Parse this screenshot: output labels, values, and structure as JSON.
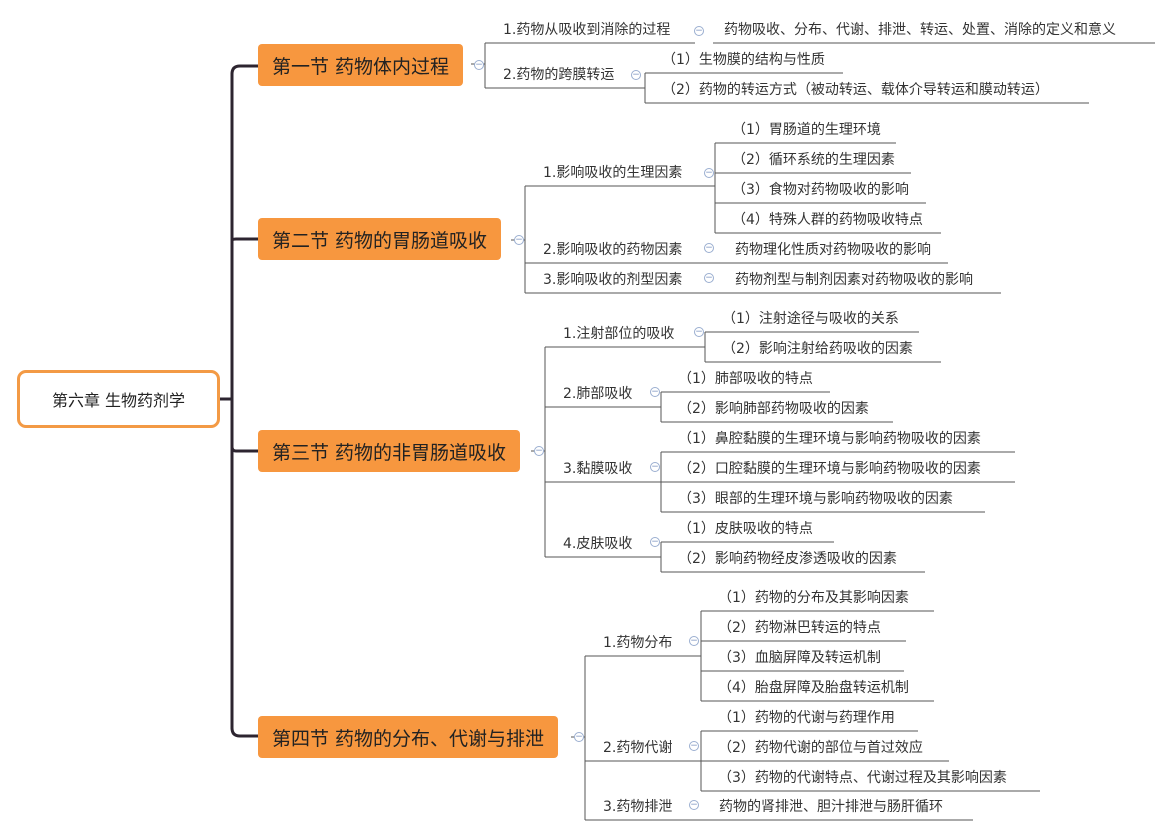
{
  "root": {
    "label": "第六章 生物药剂学"
  },
  "sections": [
    {
      "label": "第一节 药物体内过程"
    },
    {
      "label": "第二节 药物的胃肠道吸收"
    },
    {
      "label": "第三节 药物的非胃肠道吸收"
    },
    {
      "label": "第四节 药物的分布、代谢与排泄"
    }
  ],
  "nodes": {
    "s1": {
      "c1": "1.药物从吸收到消除的过程",
      "c1a": "药物吸收、分布、代谢、排泄、转运、处置、消除的定义和意义",
      "c2": "2.药物的跨膜转运",
      "c2a": "（1）生物膜的结构与性质",
      "c2b": "（2）药物的转运方式（被动转运、载体介导转运和膜动转运）"
    },
    "s2": {
      "c1": "1.影响吸收的生理因素",
      "c1a": "（1）胃肠道的生理环境",
      "c1b": "（2）循环系统的生理因素",
      "c1c": "（3）食物对药物吸收的影响",
      "c1d": "（4）特殊人群的药物吸收特点",
      "c2": "2.影响吸收的药物因素",
      "c2a": "药物理化性质对药物吸收的影响",
      "c3": "3.影响吸收的剂型因素",
      "c3a": "药物剂型与制剂因素对药物吸收的影响"
    },
    "s3": {
      "c1": "1.注射部位的吸收",
      "c1a": "（1）注射途径与吸收的关系",
      "c1b": "（2）影响注射给药吸收的因素",
      "c2": "2.肺部吸收",
      "c2a": "（1）肺部吸收的特点",
      "c2b": "（2）影响肺部药物吸收的因素",
      "c3": "3.黏膜吸收",
      "c3a": "（1）鼻腔黏膜的生理环境与影响药物吸收的因素",
      "c3b": "（2）口腔黏膜的生理环境与影响药物吸收的因素",
      "c3c": "（3）眼部的生理环境与影响药物吸收的因素",
      "c4": "4.皮肤吸收",
      "c4a": "（1）皮肤吸收的特点",
      "c4b": "（2）影响药物经皮渗透吸收的因素"
    },
    "s4": {
      "c1": "1.药物分布",
      "c1a": "（1）药物的分布及其影响因素",
      "c1b": "（2）药物淋巴转运的特点",
      "c1c": "（3）血脑屏障及转运机制",
      "c1d": "（4）胎盘屏障及胎盘转运机制",
      "c2": "2.药物代谢",
      "c2a": "（1）药物的代谢与药理作用",
      "c2b": "（2）药物代谢的部位与首过效应",
      "c2c": "（3）药物的代谢特点、代谢过程及其影响因素",
      "c3": "3.药物排泄",
      "c3a": "药物的肾排泄、胆汁排泄与肠肝循环"
    }
  },
  "colors": {
    "section_fill": "#f7973f",
    "root_border": "#f39a45",
    "trunk": "#2d2530",
    "branch": "#555555",
    "collapse": "#7b93bf"
  },
  "icons": {
    "collapse": "collapse-minus-icon"
  },
  "collapse_glyph": "−"
}
